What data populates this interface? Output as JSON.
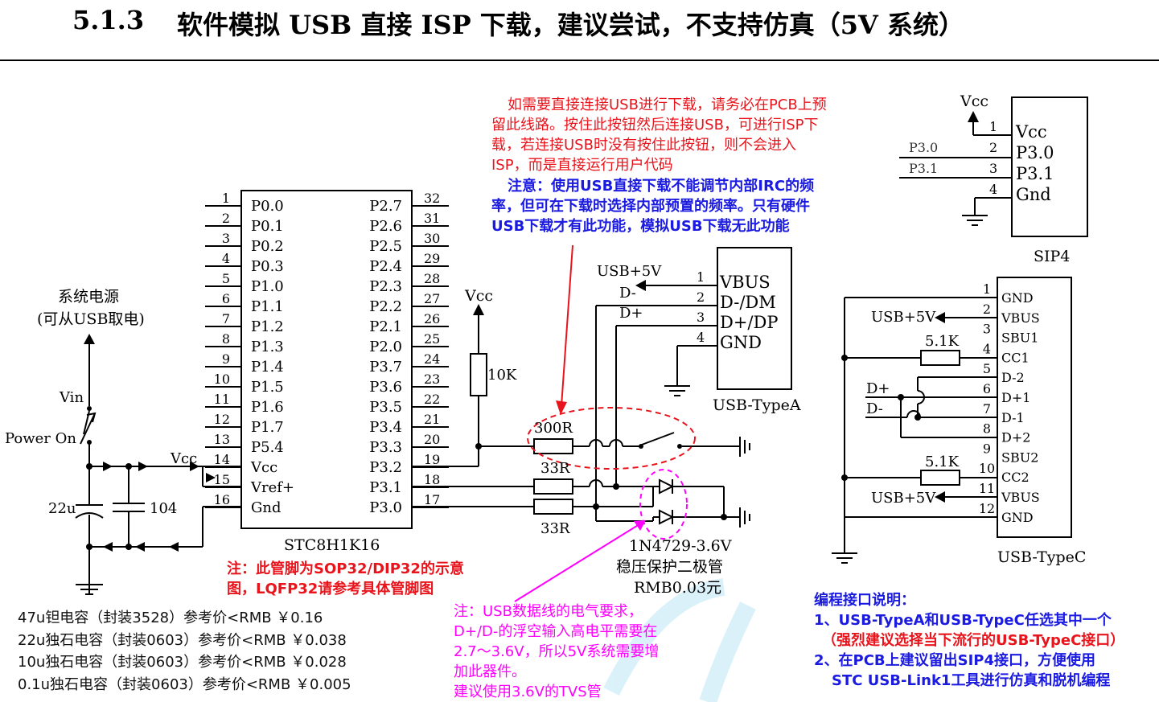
{
  "section": {
    "number": "5.1.3",
    "title": "软件模拟 USB 直接 ISP 下载，建议尝试，不支持仿真（5V 系统）"
  },
  "chip": {
    "name": "STC8H1K16",
    "left_pins": [
      {
        "num": "1",
        "label": "P0.0"
      },
      {
        "num": "2",
        "label": "P0.1"
      },
      {
        "num": "3",
        "label": "P0.2"
      },
      {
        "num": "4",
        "label": "P0.3"
      },
      {
        "num": "5",
        "label": "P1.0"
      },
      {
        "num": "6",
        "label": "P1.1"
      },
      {
        "num": "7",
        "label": "P1.2"
      },
      {
        "num": "8",
        "label": "P1.3"
      },
      {
        "num": "9",
        "label": "P1.4"
      },
      {
        "num": "10",
        "label": "P1.5"
      },
      {
        "num": "11",
        "label": "P1.6"
      },
      {
        "num": "12",
        "label": "P1.7"
      },
      {
        "num": "13",
        "label": "P5.4"
      },
      {
        "num": "14",
        "label": "Vcc"
      },
      {
        "num": "15",
        "label": "Vref+"
      },
      {
        "num": "16",
        "label": "Gnd"
      }
    ],
    "right_pins": [
      {
        "num": "32",
        "label": "P2.7"
      },
      {
        "num": "31",
        "label": "P2.6"
      },
      {
        "num": "30",
        "label": "P2.5"
      },
      {
        "num": "29",
        "label": "P2.4"
      },
      {
        "num": "28",
        "label": "P2.3"
      },
      {
        "num": "27",
        "label": "P2.2"
      },
      {
        "num": "26",
        "label": "P2.1"
      },
      {
        "num": "25",
        "label": "P2.0"
      },
      {
        "num": "24",
        "label": "P3.7"
      },
      {
        "num": "23",
        "label": "P3.6"
      },
      {
        "num": "22",
        "label": "P3.5"
      },
      {
        "num": "21",
        "label": "P3.4"
      },
      {
        "num": "20",
        "label": "P3.3"
      },
      {
        "num": "19",
        "label": "P3.2"
      },
      {
        "num": "18",
        "label": "P3.1"
      },
      {
        "num": "17",
        "label": "P3.0"
      }
    ]
  },
  "power": {
    "source_label_1": "系统电源",
    "source_label_2": "(可从USB取电)",
    "vin": "Vin",
    "power_on": "Power On",
    "vcc": "Vcc",
    "cap1": "22u",
    "cap2": "104"
  },
  "parts": {
    "vcc_top": "Vcc",
    "r_pullup": "10K",
    "r_300": "300R",
    "r_33a": "33R",
    "r_33b": "33R",
    "diode_name": "1N4729-3.6V",
    "diode_desc": "稳压保护二极管",
    "diode_price": "RMB0.03元"
  },
  "usb_a": {
    "name": "USB-TypeA",
    "pins": [
      {
        "num": "1",
        "label": "VBUS",
        "net": "USB+5V"
      },
      {
        "num": "2",
        "label": "D-/DM",
        "net": "D-"
      },
      {
        "num": "3",
        "label": "D+/DP",
        "net": "D+"
      },
      {
        "num": "4",
        "label": "GND",
        "net": ""
      }
    ]
  },
  "sip4": {
    "name": "SIP4",
    "vcc": "Vcc",
    "pins": [
      {
        "num": "1",
        "label": "Vcc",
        "net": ""
      },
      {
        "num": "2",
        "label": "P3.0",
        "net": "P3.0"
      },
      {
        "num": "3",
        "label": "P3.1",
        "net": "P3.1"
      },
      {
        "num": "4",
        "label": "Gnd",
        "net": ""
      }
    ]
  },
  "usb_c": {
    "name": "USB-TypeC",
    "pins": [
      {
        "num": "1",
        "label": "GND"
      },
      {
        "num": "2",
        "label": "VBUS"
      },
      {
        "num": "3",
        "label": "SBU1"
      },
      {
        "num": "4",
        "label": "CC1"
      },
      {
        "num": "5",
        "label": "D-2"
      },
      {
        "num": "6",
        "label": "D+1"
      },
      {
        "num": "7",
        "label": "D-1"
      },
      {
        "num": "8",
        "label": "D+2"
      },
      {
        "num": "9",
        "label": "SBU2"
      },
      {
        "num": "10",
        "label": "CC2"
      },
      {
        "num": "11",
        "label": "VBUS"
      },
      {
        "num": "12",
        "label": "GND"
      }
    ],
    "usb5v_1": "USB+5V",
    "usb5v_2": "USB+5V",
    "r1": "5.1K",
    "r2": "5.1K",
    "dplus": "D+",
    "dminus": "D-"
  },
  "notes": {
    "red_top": [
      "如需要直接连接USB进行下载，请务必在PCB上预",
      "留此线路。按住此按钮然后连接USB，可进行ISP下",
      "载，若连接USB时没有按住此按钮，则不会进入",
      "ISP，而是直接运行用户代码"
    ],
    "blue_top": [
      "注意：使用USB直接下载不能调节内部IRC的频",
      "率，但可在下载时选择内部预置的频率。只有硬件",
      "USB下载才有此功能，模拟USB下载无此功能"
    ],
    "red_pin": [
      "注：此管脚为SOP32/DIP32的示意",
      "图，LQFP32请参考具体管脚图"
    ],
    "magenta": [
      "注：USB数据线的电气要求，",
      "D+/D-的浮空输入高电平需要在",
      "2.7～3.6V，所以5V系统需要增",
      "加此器件。",
      "建议使用3.6V的TVS管"
    ],
    "prog_title": "编程接口说明：",
    "prog_1": "1、USB-TypeA和USB-TypeC任选其中一个",
    "prog_1b": "（强烈建议选择当下流行的USB-TypeC接口）",
    "prog_2": "2、在PCB上建议留出SIP4接口，方便使用",
    "prog_2b": "STC USB-Link1工具进行仿真和脱机编程"
  },
  "prices": [
    "47u钽电容（封装3528）参考价<RMB ￥0.16",
    "22u独石电容（封装0603）参考价<RMB ￥0.038",
    "10u独石电容（封装0603）参考价<RMB ￥0.028",
    "0.1u独石电容（封装0603）参考价<RMB ￥0.005"
  ],
  "colors": {
    "red": "#e8141c",
    "blue": "#1a1ae0",
    "magenta": "#ff00ff",
    "line": "#000000"
  }
}
